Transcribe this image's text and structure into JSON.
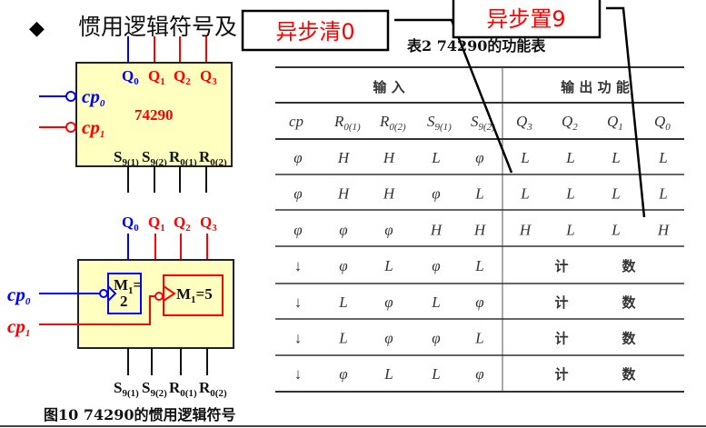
{
  "slide": {
    "bullet": "◆",
    "title": "惯用逻辑符号及",
    "callout_clear": "异步清0",
    "callout_set": "异步置9",
    "table_caption": "表2  74290的功能表",
    "figure_caption": "图10  74290的惯用逻辑符号"
  },
  "colors": {
    "blue": "#0000ff",
    "red": "#ff0000",
    "chip_fill": "#ffffc0"
  },
  "symbol_top": {
    "chip_label": "74290",
    "outputs": [
      {
        "main": "Q",
        "sub": "0"
      },
      {
        "main": "Q",
        "sub": "1"
      },
      {
        "main": "Q",
        "sub": "2"
      },
      {
        "main": "Q",
        "sub": "3"
      }
    ],
    "cp0": {
      "main": "cp",
      "sub": "0"
    },
    "cp1": {
      "main": "cp",
      "sub": "1"
    },
    "inputs": [
      {
        "main": "S",
        "sub": "9(1)"
      },
      {
        "main": "S",
        "sub": "9(2)"
      },
      {
        "main": "R",
        "sub": "0(1)"
      },
      {
        "main": "R",
        "sub": "0(2)"
      }
    ]
  },
  "symbol_bottom": {
    "mod2": {
      "main": "M",
      "sub": "1",
      "tail": "=",
      "line2": "2"
    },
    "mod5": {
      "main": "M",
      "sub": "1",
      "tail": "=5"
    },
    "outputs": [
      {
        "main": "Q",
        "sub": "0"
      },
      {
        "main": "Q",
        "sub": "1"
      },
      {
        "main": "Q",
        "sub": "2"
      },
      {
        "main": "Q",
        "sub": "3"
      }
    ],
    "cp0": {
      "main": "cp",
      "sub": "0"
    },
    "cp1": {
      "main": "cp",
      "sub": "1"
    },
    "inputs": [
      {
        "main": "S",
        "sub": "9(1)"
      },
      {
        "main": "S",
        "sub": "9(2)"
      },
      {
        "main": "R",
        "sub": "0(1)"
      },
      {
        "main": "R",
        "sub": "0(2)"
      }
    ]
  },
  "table": {
    "group_input": "输        入",
    "group_output": "输 出 功 能",
    "columns": [
      {
        "main": "cp",
        "sub": ""
      },
      {
        "main": "R",
        "sub": "0(1)"
      },
      {
        "main": "R",
        "sub": "0(2)"
      },
      {
        "main": "S",
        "sub": "9(1)"
      },
      {
        "main": "S",
        "sub": "9(2)"
      },
      {
        "main": "Q",
        "sub": "3"
      },
      {
        "main": "Q",
        "sub": "2"
      },
      {
        "main": "Q",
        "sub": "1"
      },
      {
        "main": "Q",
        "sub": "0"
      }
    ],
    "rows": [
      {
        "inputs": [
          "φ",
          "H",
          "H",
          "L",
          "φ"
        ],
        "outputs": [
          "L",
          "L",
          "L",
          "L"
        ]
      },
      {
        "inputs": [
          "φ",
          "H",
          "H",
          "φ",
          "L"
        ],
        "outputs": [
          "L",
          "L",
          "L",
          "L"
        ]
      },
      {
        "inputs": [
          "φ",
          "φ",
          "φ",
          "H",
          "H"
        ],
        "outputs": [
          "H",
          "L",
          "L",
          "H"
        ]
      },
      {
        "inputs": [
          "↓",
          "φ",
          "L",
          "φ",
          "L"
        ],
        "count": [
          "计",
          "数"
        ]
      },
      {
        "inputs": [
          "↓",
          "L",
          "φ",
          "L",
          "φ"
        ],
        "count": [
          "计",
          "数"
        ]
      },
      {
        "inputs": [
          "↓",
          "L",
          "φ",
          "φ",
          "L"
        ],
        "count": [
          "计",
          "数"
        ]
      },
      {
        "inputs": [
          "↓",
          "φ",
          "L",
          "L",
          "φ"
        ],
        "count": [
          "计",
          "数"
        ]
      }
    ]
  }
}
